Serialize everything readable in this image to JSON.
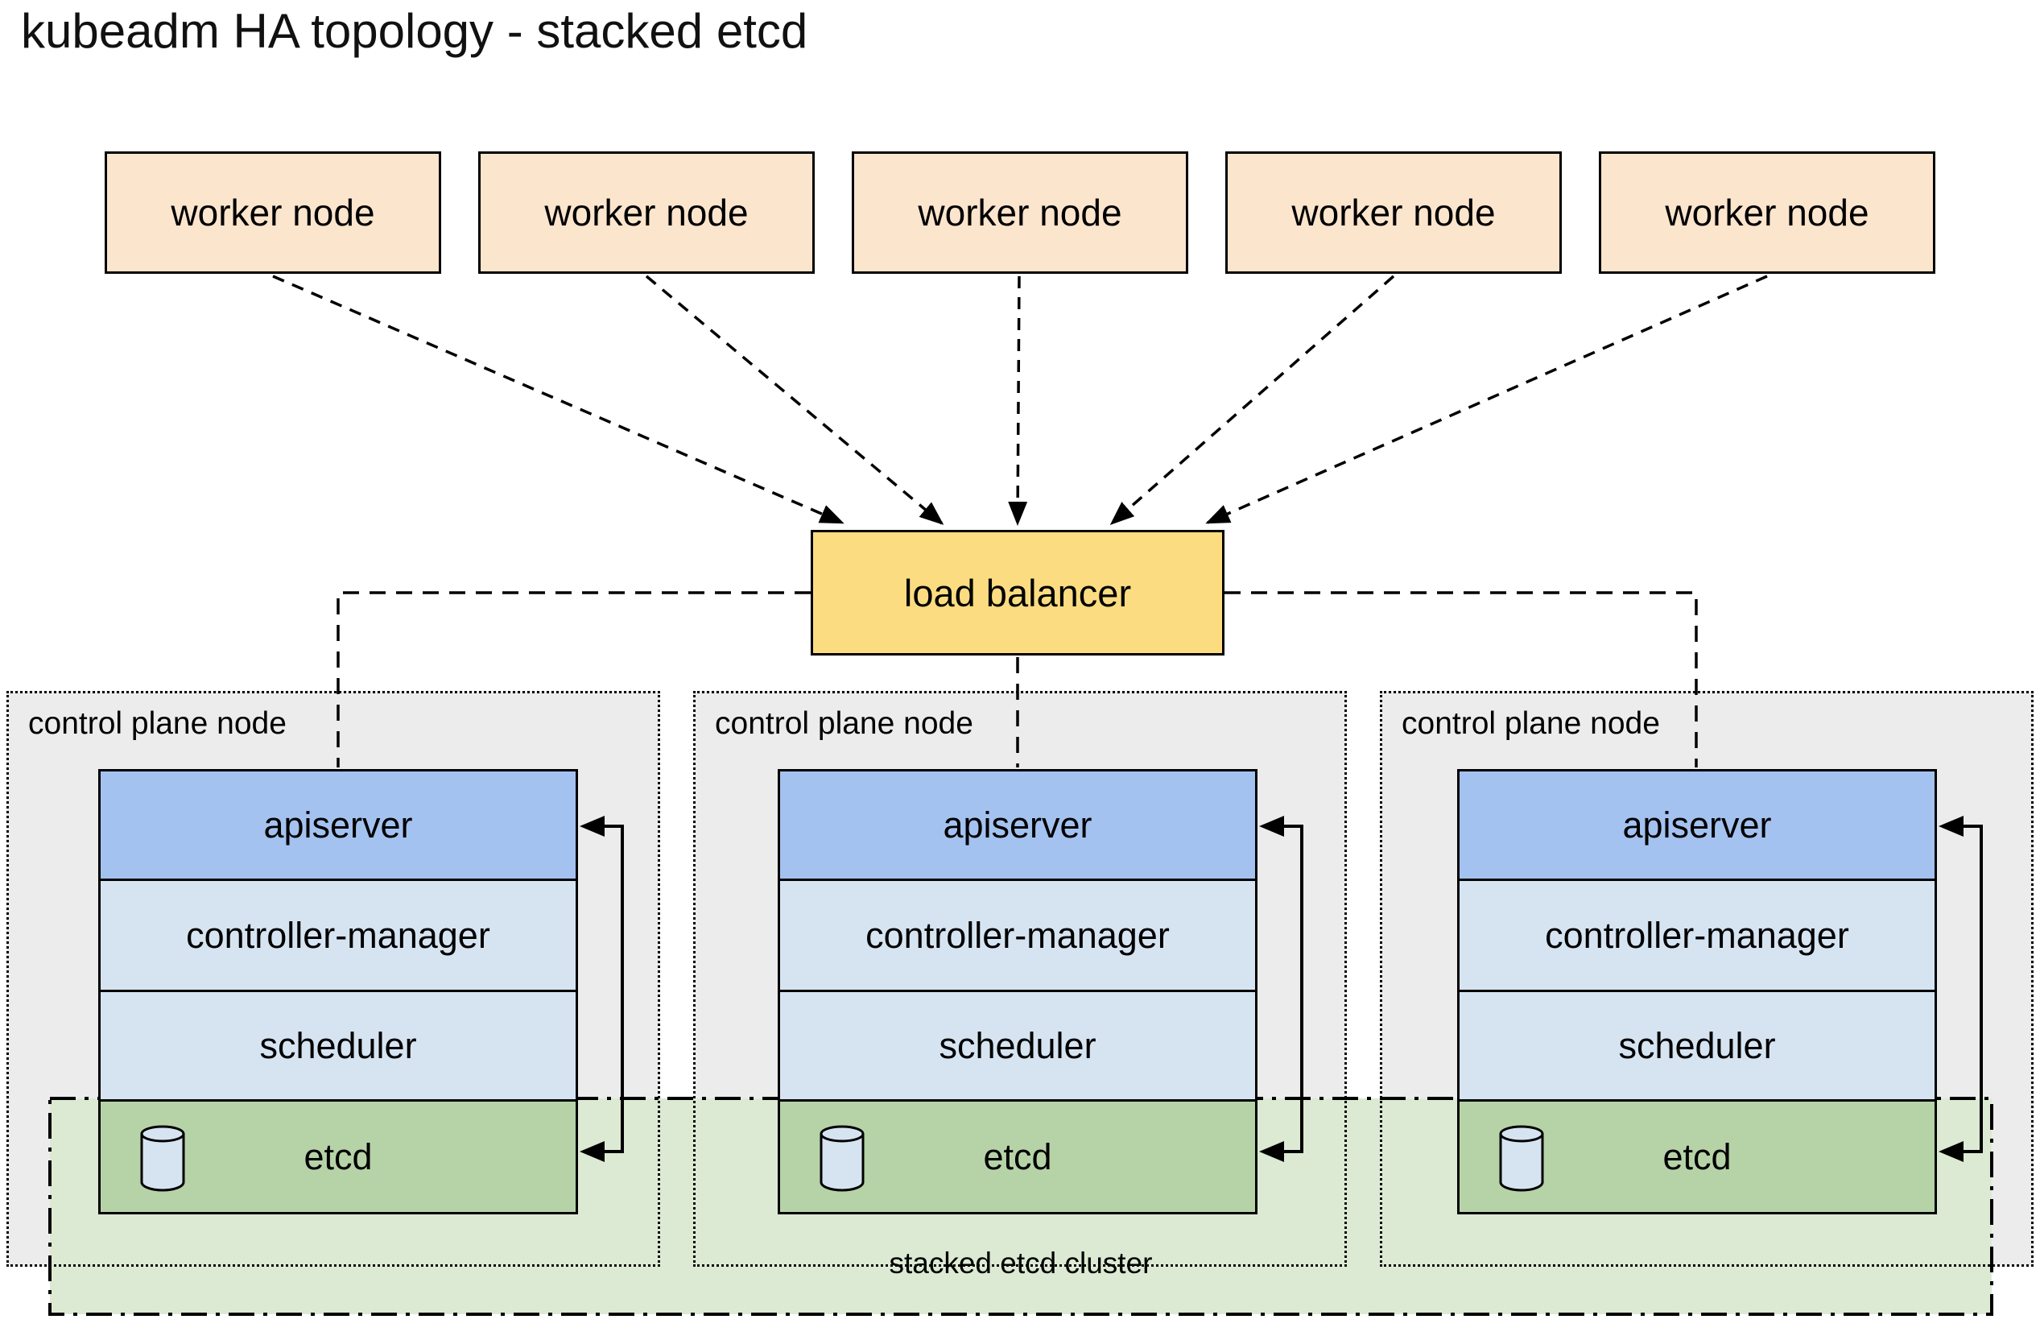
{
  "title": "kubeadm HA topology - stacked etcd",
  "workers": [
    "worker node",
    "worker node",
    "worker node",
    "worker node",
    "worker node"
  ],
  "load_balancer": {
    "label": "load balancer"
  },
  "control_planes": [
    {
      "label": "control plane node",
      "components": [
        "apiserver",
        "controller-manager",
        "scheduler",
        "etcd"
      ]
    },
    {
      "label": "control plane node",
      "components": [
        "apiserver",
        "controller-manager",
        "scheduler",
        "etcd"
      ]
    },
    {
      "label": "control plane node",
      "components": [
        "apiserver",
        "controller-manager",
        "scheduler",
        "etcd"
      ]
    }
  ],
  "cluster": {
    "label": "stacked etcd cluster"
  },
  "icons": {
    "etcd_storage": "database-cylinder-icon"
  },
  "colors": {
    "worker": "#fce5cd",
    "load_balancer": "#fbdc80",
    "apiserver": "#a4c2f0",
    "component": "#d6e4f2",
    "etcd": "#b6d3a8",
    "cluster": "#dcead3",
    "node_bg": "#ececec",
    "stroke": "#000000"
  }
}
